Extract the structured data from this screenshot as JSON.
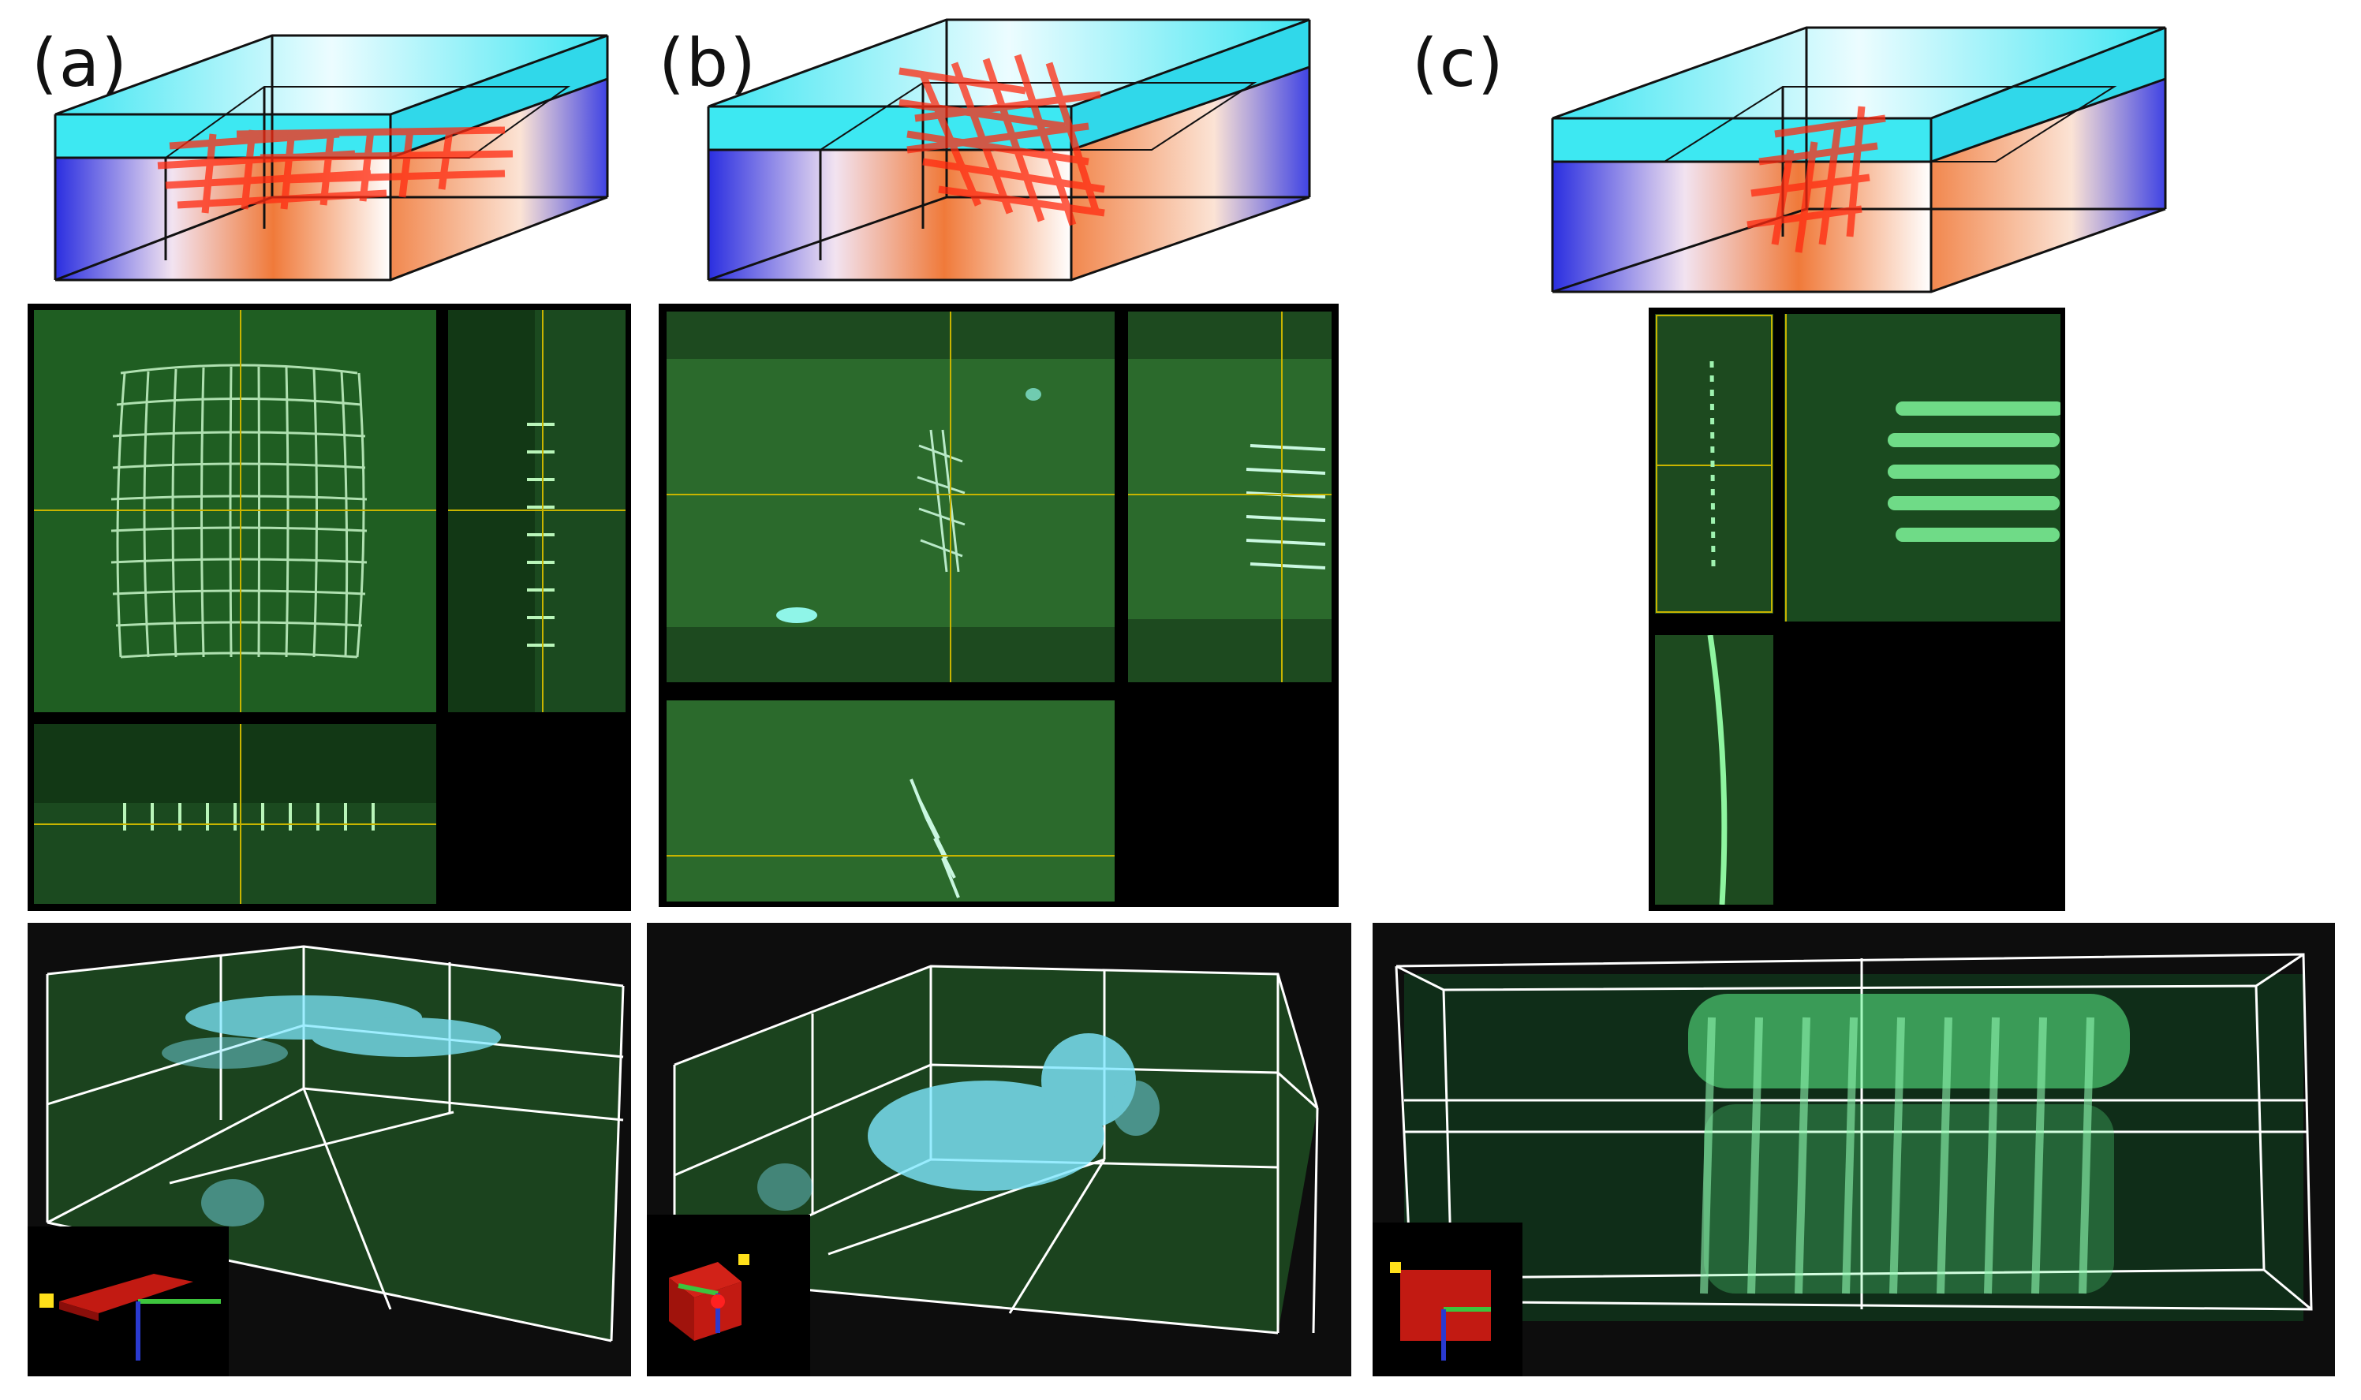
{
  "figure": {
    "panels": [
      {
        "id": "a",
        "label": "(a)"
      },
      {
        "id": "b",
        "label": "(b)"
      },
      {
        "id": "c",
        "label": "(c)"
      }
    ]
  },
  "colors": {
    "substrate_top": "#27e3f0",
    "substrate_blue": "#2a2ee0",
    "substrate_orange": "#f07a3a",
    "lattice_red": "#ff2a10",
    "fluor_green": "#1e6e2a",
    "fluor_cyan": "#7ff3ff",
    "crosshair": "#c8b400",
    "background_dark": "#0d0d0d"
  },
  "icons": [
    "orientation-axes-icon",
    "bounding-box-icon",
    "crosshair-icon"
  ]
}
